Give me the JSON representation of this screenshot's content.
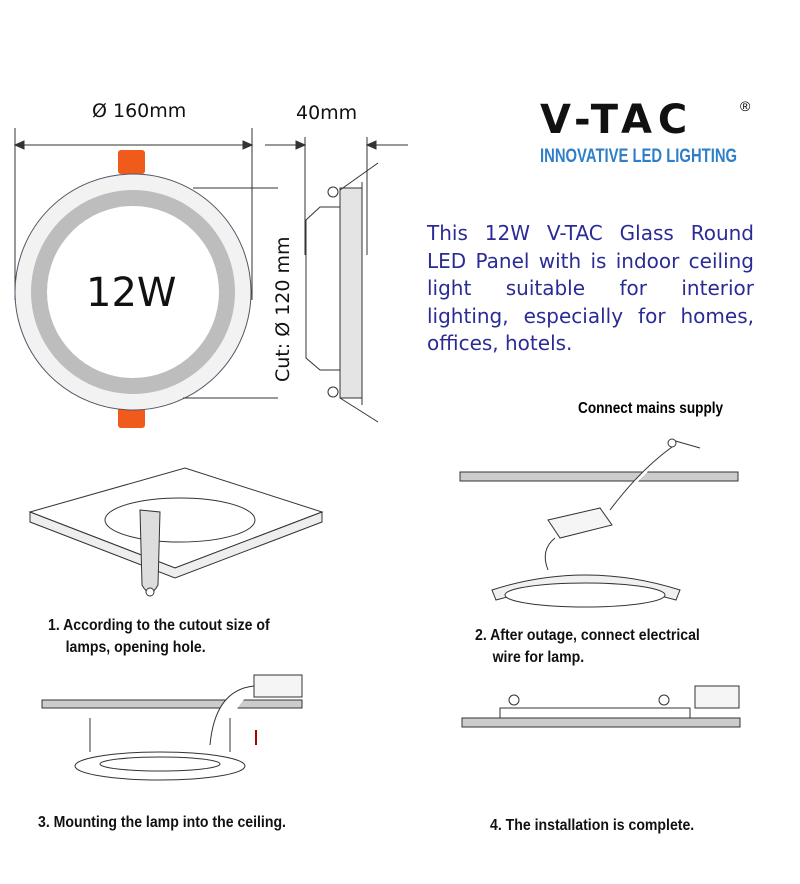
{
  "dimensions": {
    "diameter": "Ø 160mm",
    "depth": "40mm",
    "cutout": "Cut: Ø 120 mm",
    "power": "12W"
  },
  "logo": {
    "brand": "V-TAC",
    "registered": "®",
    "tagline": "INNOVATIVE LED LIGHTING",
    "colors": {
      "red": "#e0282e",
      "black": "#111111",
      "blue": "#2f7fc8"
    }
  },
  "description": "This 12W V-TAC Glass Round LED Panel with is indoor ceiling light suitable for interior lighting, especially for homes, offices, hotels.",
  "steps": [
    {
      "line1": "1. According to the cutout size of",
      "line2": "lamps, opening hole."
    },
    {
      "line1": "2. After outage, connect electrical",
      "line2": "wire for lamp."
    },
    {
      "line1": "3. Mounting the lamp into the ceiling."
    },
    {
      "line1": "4. The installation is complete."
    }
  ],
  "callout": "Connect mains supply",
  "colors": {
    "description_text": "#2b2b96",
    "clip_orange": "#f05a1a"
  }
}
